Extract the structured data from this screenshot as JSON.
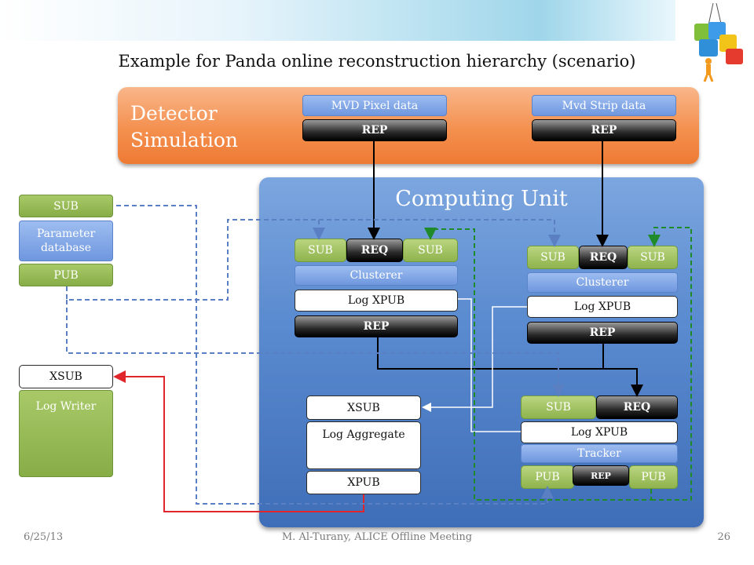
{
  "title": "Example for Panda online reconstruction hierarchy (scenario)",
  "detector": {
    "title": "Detector\nSimulation",
    "pixel_label": "MVD Pixel data",
    "pixel_rep": "REP",
    "strip_label": "Mvd Strip data",
    "strip_rep": "REP"
  },
  "computing": {
    "title": "Computing Unit",
    "clusterer1": {
      "sub_left": "SUB",
      "req": "REQ",
      "sub_right": "SUB",
      "name": "Clusterer",
      "log": "Log XPUB",
      "rep": "REP"
    },
    "clusterer2": {
      "sub_left": "SUB",
      "req": "REQ",
      "sub_right": "SUB",
      "name": "Clusterer",
      "log": "Log XPUB",
      "rep": "REP"
    },
    "aggregate": {
      "xsub": "XSUB",
      "name": "Log Aggregate",
      "xpub": "XPUB"
    },
    "tracker": {
      "sub": "SUB",
      "req": "REQ",
      "log": "Log XPUB",
      "name": "Tracker",
      "pub_left": "PUB",
      "rep": "REP",
      "pub_right": "PUB"
    }
  },
  "parameter_db": {
    "sub": "SUB",
    "name": "Parameter database",
    "pub": "PUB"
  },
  "log_writer": {
    "xsub": "XSUB",
    "name": "Log Writer"
  },
  "footer": {
    "date": "6/25/13",
    "center": "M. Al-Turany,  ALICE Offline Meeting",
    "page": "26"
  },
  "colors": {
    "orange": "#f4904f",
    "blue": "#4f7fc8",
    "green": "#87ad47",
    "red": "#e0262b",
    "dash_blue": "#5a7fc2",
    "dash_green": "#1f8a2a"
  },
  "icons": {
    "logo": "puzzle-people-icon"
  }
}
